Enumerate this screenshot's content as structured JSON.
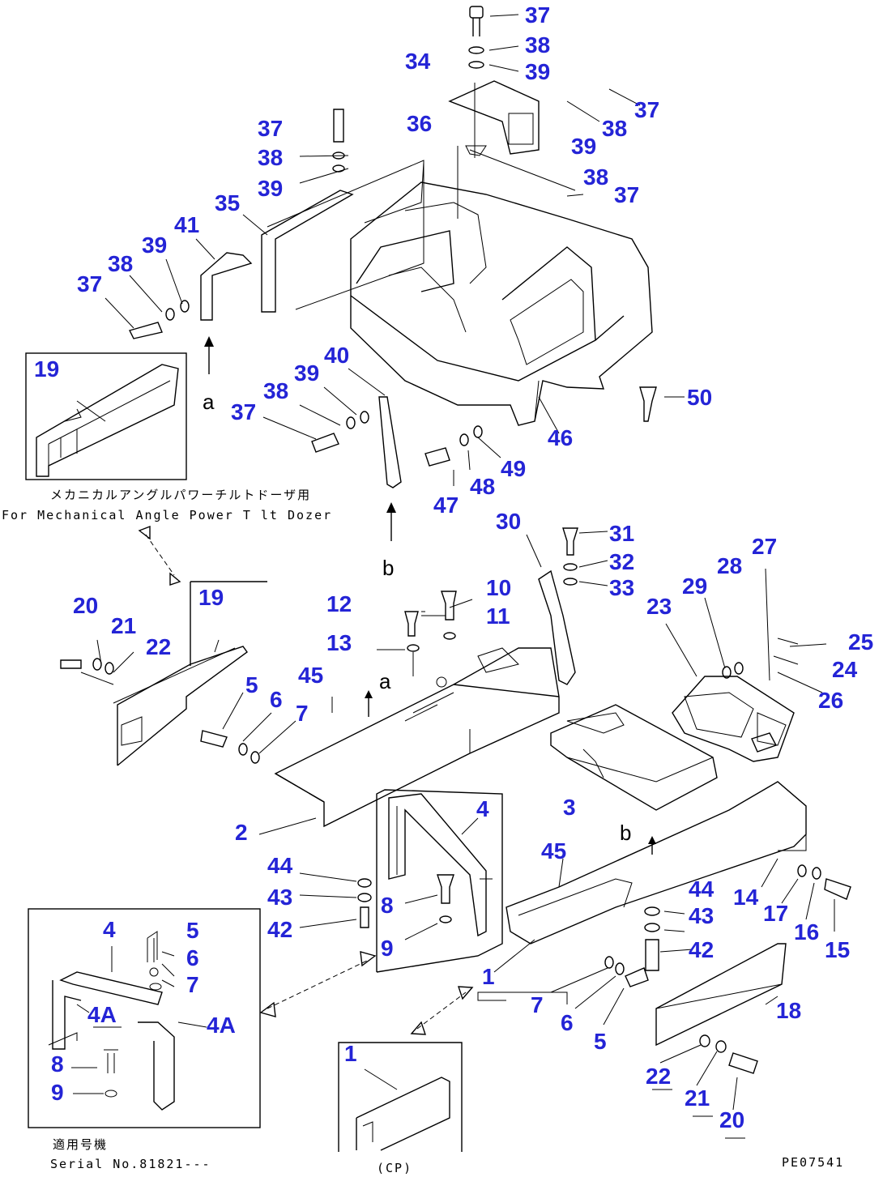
{
  "captions": {
    "dozer_jp": "メカニカルアングルパワーチルトドーザ用",
    "dozer_en": "For Mechanical Angle Power T lt Dozer",
    "serial_jp": "適用号機",
    "serial_en": "Serial No.81821---",
    "cp": "(CP)",
    "drawing_code": "PE07541"
  },
  "arrow_letters": {
    "a1": "a",
    "a2": "a",
    "b1": "b",
    "b2": "b"
  },
  "callouts": [
    {
      "id": "c37a",
      "text": "37"
    },
    {
      "id": "c38a",
      "text": "38"
    },
    {
      "id": "c39a",
      "text": "39"
    },
    {
      "id": "c34",
      "text": "34"
    },
    {
      "id": "c37b",
      "text": "37"
    },
    {
      "id": "c38b",
      "text": "38"
    },
    {
      "id": "c39b",
      "text": "39"
    },
    {
      "id": "c36",
      "text": "36"
    },
    {
      "id": "c38c",
      "text": "38"
    },
    {
      "id": "c37c",
      "text": "37"
    },
    {
      "id": "c37d",
      "text": "37"
    },
    {
      "id": "c38d",
      "text": "38"
    },
    {
      "id": "c39d",
      "text": "39"
    },
    {
      "id": "c35",
      "text": "35"
    },
    {
      "id": "c41",
      "text": "41"
    },
    {
      "id": "c39e",
      "text": "39"
    },
    {
      "id": "c38e",
      "text": "38"
    },
    {
      "id": "c37e",
      "text": "37"
    },
    {
      "id": "c19a",
      "text": "19"
    },
    {
      "id": "c40",
      "text": "40"
    },
    {
      "id": "c39f",
      "text": "39"
    },
    {
      "id": "c38f",
      "text": "38"
    },
    {
      "id": "c37f",
      "text": "37"
    },
    {
      "id": "c50",
      "text": "50"
    },
    {
      "id": "c46",
      "text": "46"
    },
    {
      "id": "c49",
      "text": "49"
    },
    {
      "id": "c48",
      "text": "48"
    },
    {
      "id": "c47",
      "text": "47"
    },
    {
      "id": "c30",
      "text": "30"
    },
    {
      "id": "c31",
      "text": "31"
    },
    {
      "id": "c32",
      "text": "32"
    },
    {
      "id": "c33",
      "text": "33"
    },
    {
      "id": "c27",
      "text": "27"
    },
    {
      "id": "c28",
      "text": "28"
    },
    {
      "id": "c29",
      "text": "29"
    },
    {
      "id": "c23",
      "text": "23"
    },
    {
      "id": "c25",
      "text": "25"
    },
    {
      "id": "c24",
      "text": "24"
    },
    {
      "id": "c26",
      "text": "26"
    },
    {
      "id": "c20a",
      "text": "20"
    },
    {
      "id": "c21a",
      "text": "21"
    },
    {
      "id": "c22a",
      "text": "22"
    },
    {
      "id": "c19b",
      "text": "19"
    },
    {
      "id": "c10",
      "text": "10"
    },
    {
      "id": "c12",
      "text": "12"
    },
    {
      "id": "c11",
      "text": "11"
    },
    {
      "id": "c13",
      "text": "13"
    },
    {
      "id": "c45a",
      "text": "45"
    },
    {
      "id": "c5a",
      "text": "5"
    },
    {
      "id": "c6a",
      "text": "6"
    },
    {
      "id": "c7a",
      "text": "7"
    },
    {
      "id": "c2",
      "text": "2"
    },
    {
      "id": "c3",
      "text": "3"
    },
    {
      "id": "c4a",
      "text": "4"
    },
    {
      "id": "c45b",
      "text": "45"
    },
    {
      "id": "c44a",
      "text": "44"
    },
    {
      "id": "c43a",
      "text": "43"
    },
    {
      "id": "c42a",
      "text": "42"
    },
    {
      "id": "c8a",
      "text": "8"
    },
    {
      "id": "c9a",
      "text": "9"
    },
    {
      "id": "c44b",
      "text": "44"
    },
    {
      "id": "c43b",
      "text": "43"
    },
    {
      "id": "c42b",
      "text": "42"
    },
    {
      "id": "c14",
      "text": "14"
    },
    {
      "id": "c17",
      "text": "17"
    },
    {
      "id": "c16",
      "text": "16"
    },
    {
      "id": "c15",
      "text": "15"
    },
    {
      "id": "c1a",
      "text": "1"
    },
    {
      "id": "c7b",
      "text": "7"
    },
    {
      "id": "c6b",
      "text": "6"
    },
    {
      "id": "c5b",
      "text": "5"
    },
    {
      "id": "c18",
      "text": "18"
    },
    {
      "id": "c22b",
      "text": "22"
    },
    {
      "id": "c21b",
      "text": "21"
    },
    {
      "id": "c20b",
      "text": "20"
    },
    {
      "id": "c4b",
      "text": "4"
    },
    {
      "id": "c5c",
      "text": "5"
    },
    {
      "id": "c6c",
      "text": "6"
    },
    {
      "id": "c7c",
      "text": "7"
    },
    {
      "id": "c4Aa",
      "text": "4A"
    },
    {
      "id": "c4Ab",
      "text": "4A"
    },
    {
      "id": "c8b",
      "text": "8"
    },
    {
      "id": "c9b",
      "text": "9"
    },
    {
      "id": "c1b",
      "text": "1"
    }
  ]
}
